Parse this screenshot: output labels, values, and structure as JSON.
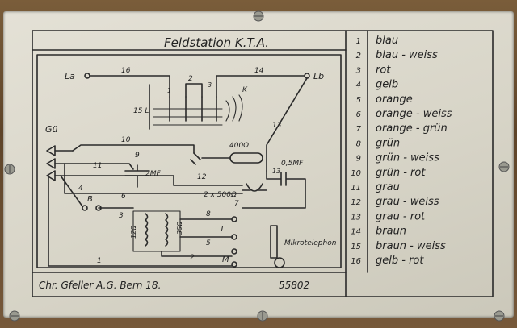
{
  "plate": {
    "title": "Feldstation K.T.A.",
    "maker": "Chr. Gfeller A.G. Bern 18.",
    "serial": "55802"
  },
  "diagram": {
    "terminals": {
      "la": "La",
      "lb": "Lb",
      "gu": "Gü",
      "b": "B",
      "t": "T",
      "m": "M",
      "k": "K",
      "ls": "15 L"
    },
    "components": {
      "resistor_400": "400Ω",
      "capacitor_05": "0,5MF",
      "capacitor_2": "2MF",
      "resistor_2x500": "2 x 500Ω",
      "coil_12": "12Ω",
      "coil_35": "35Ω",
      "microtelephone": "Mikrotelephon"
    },
    "wire_numbers": [
      "16",
      "2",
      "14",
      "1",
      "3",
      "13",
      "10",
      "9",
      "11",
      "6",
      "4",
      "3",
      "12",
      "13",
      "7",
      "8",
      "5",
      "2",
      "1"
    ]
  },
  "legend": [
    {
      "num": "1",
      "color": "blau"
    },
    {
      "num": "2",
      "color": "blau - weiss"
    },
    {
      "num": "3",
      "color": "rot"
    },
    {
      "num": "4",
      "color": "gelb"
    },
    {
      "num": "5",
      "color": "orange"
    },
    {
      "num": "6",
      "color": "orange - weiss"
    },
    {
      "num": "7",
      "color": "orange - grün"
    },
    {
      "num": "8",
      "color": "grün"
    },
    {
      "num": "9",
      "color": "grün - weiss"
    },
    {
      "num": "10",
      "color": "grün - rot"
    },
    {
      "num": "11",
      "color": "grau"
    },
    {
      "num": "12",
      "color": "grau - weiss"
    },
    {
      "num": "13",
      "color": "grau - rot"
    },
    {
      "num": "14",
      "color": "braun"
    },
    {
      "num": "15",
      "color": "braun - weiss"
    },
    {
      "num": "16",
      "color": "gelb - rot"
    }
  ]
}
